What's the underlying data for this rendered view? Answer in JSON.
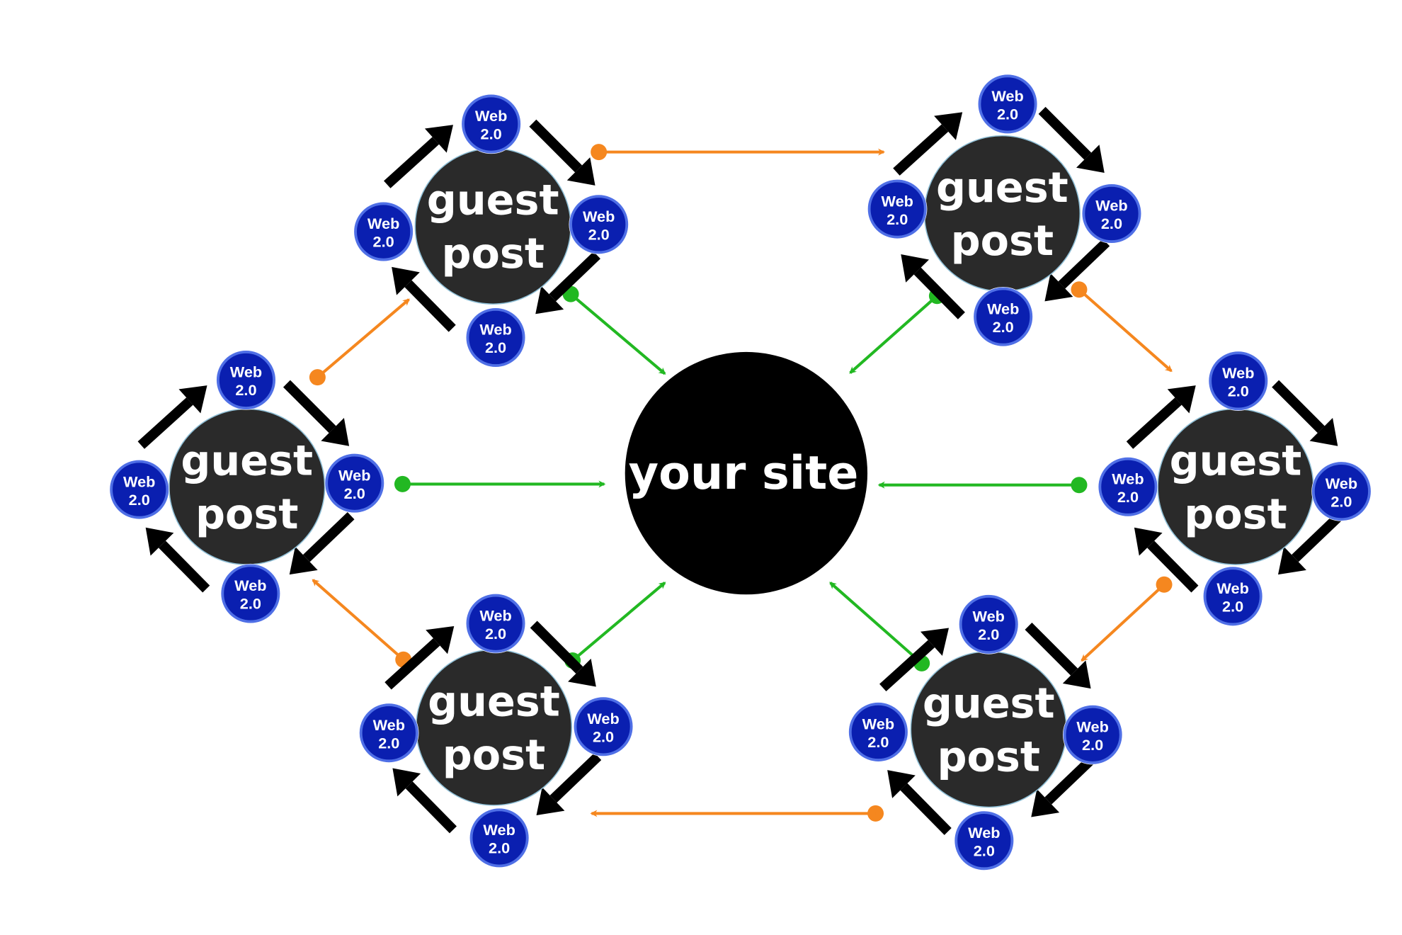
{
  "center": {
    "label": "your site"
  },
  "guest_post": {
    "line1": "guest",
    "line2": "post"
  },
  "web_badge": {
    "line1": "Web",
    "line2": "2.0"
  },
  "colors": {
    "hub": "#2a2a2a",
    "center": "#000000",
    "badge_fill": "#0a1fb0",
    "badge_ring": "#4f6fe6",
    "to_site_link": "#22b822",
    "between_posts_link": "#f5871f",
    "web_link_arrow": "#000000"
  },
  "nodes": [
    {
      "id": "guest-post-top-left"
    },
    {
      "id": "guest-post-top-right"
    },
    {
      "id": "guest-post-left"
    },
    {
      "id": "guest-post-right"
    },
    {
      "id": "guest-post-bottom-left"
    },
    {
      "id": "guest-post-bottom-right"
    }
  ]
}
